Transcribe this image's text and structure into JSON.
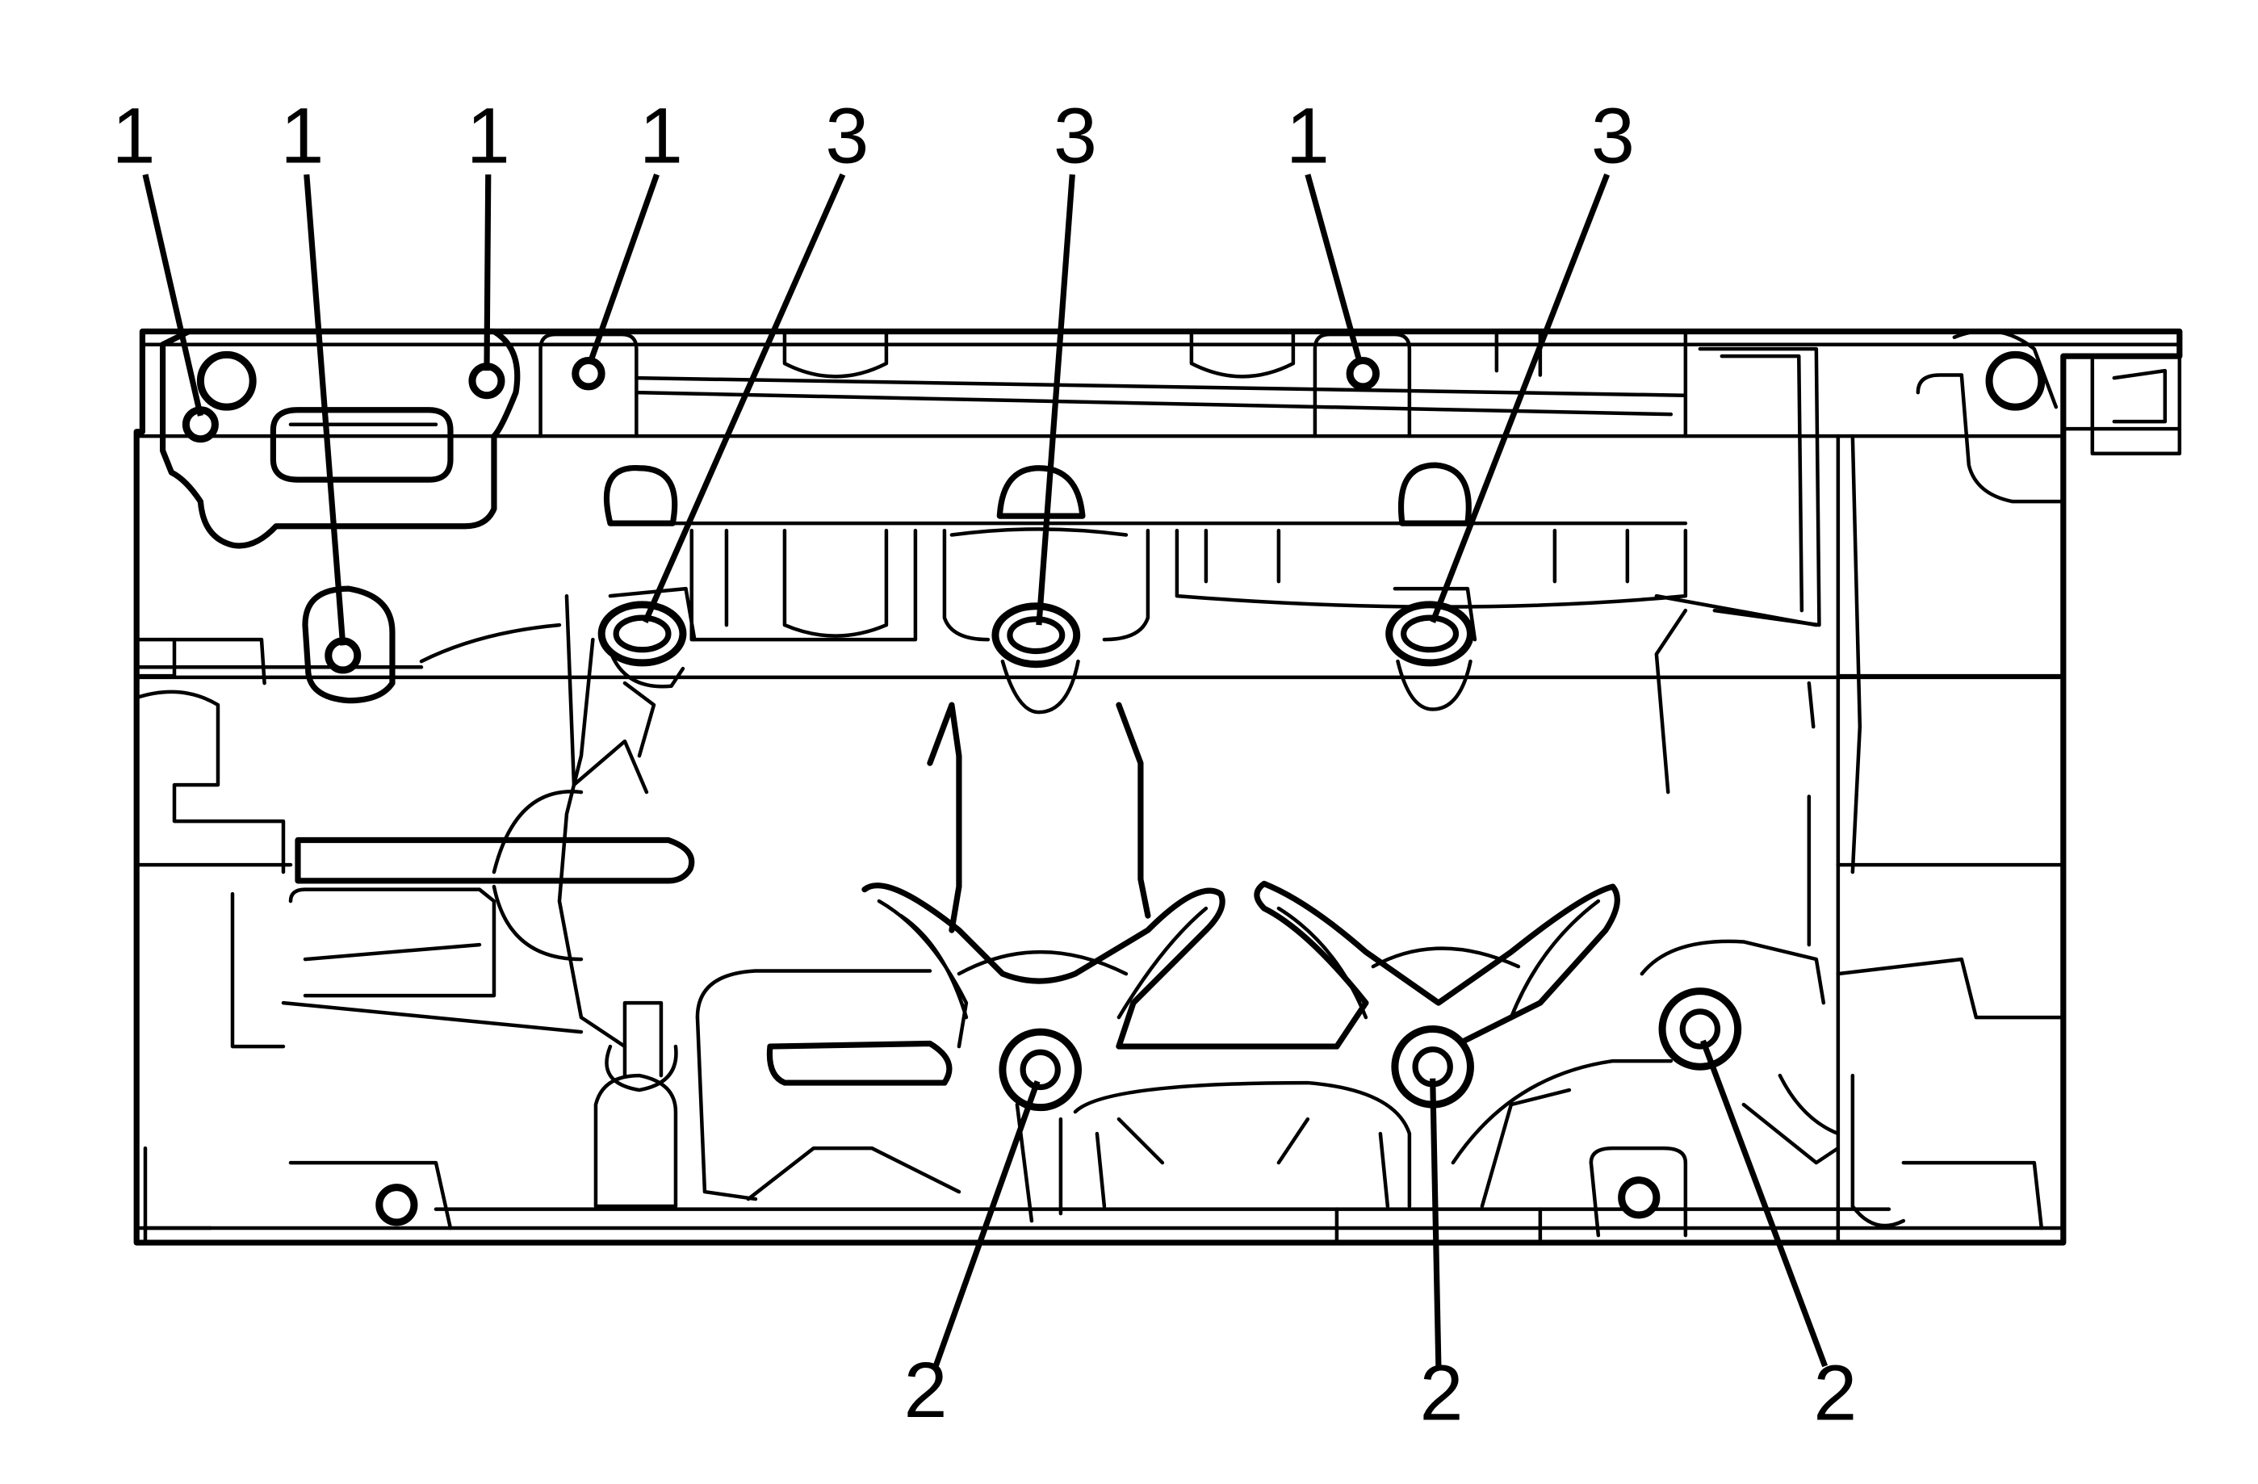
{
  "diagram": {
    "callouts": {
      "c1": "1",
      "c2": "1",
      "c3": "1",
      "c4": "1",
      "c5": "3",
      "c6": "3",
      "c7": "1",
      "c8": "3",
      "c9": "2",
      "c10": "2",
      "c11": "2"
    }
  }
}
